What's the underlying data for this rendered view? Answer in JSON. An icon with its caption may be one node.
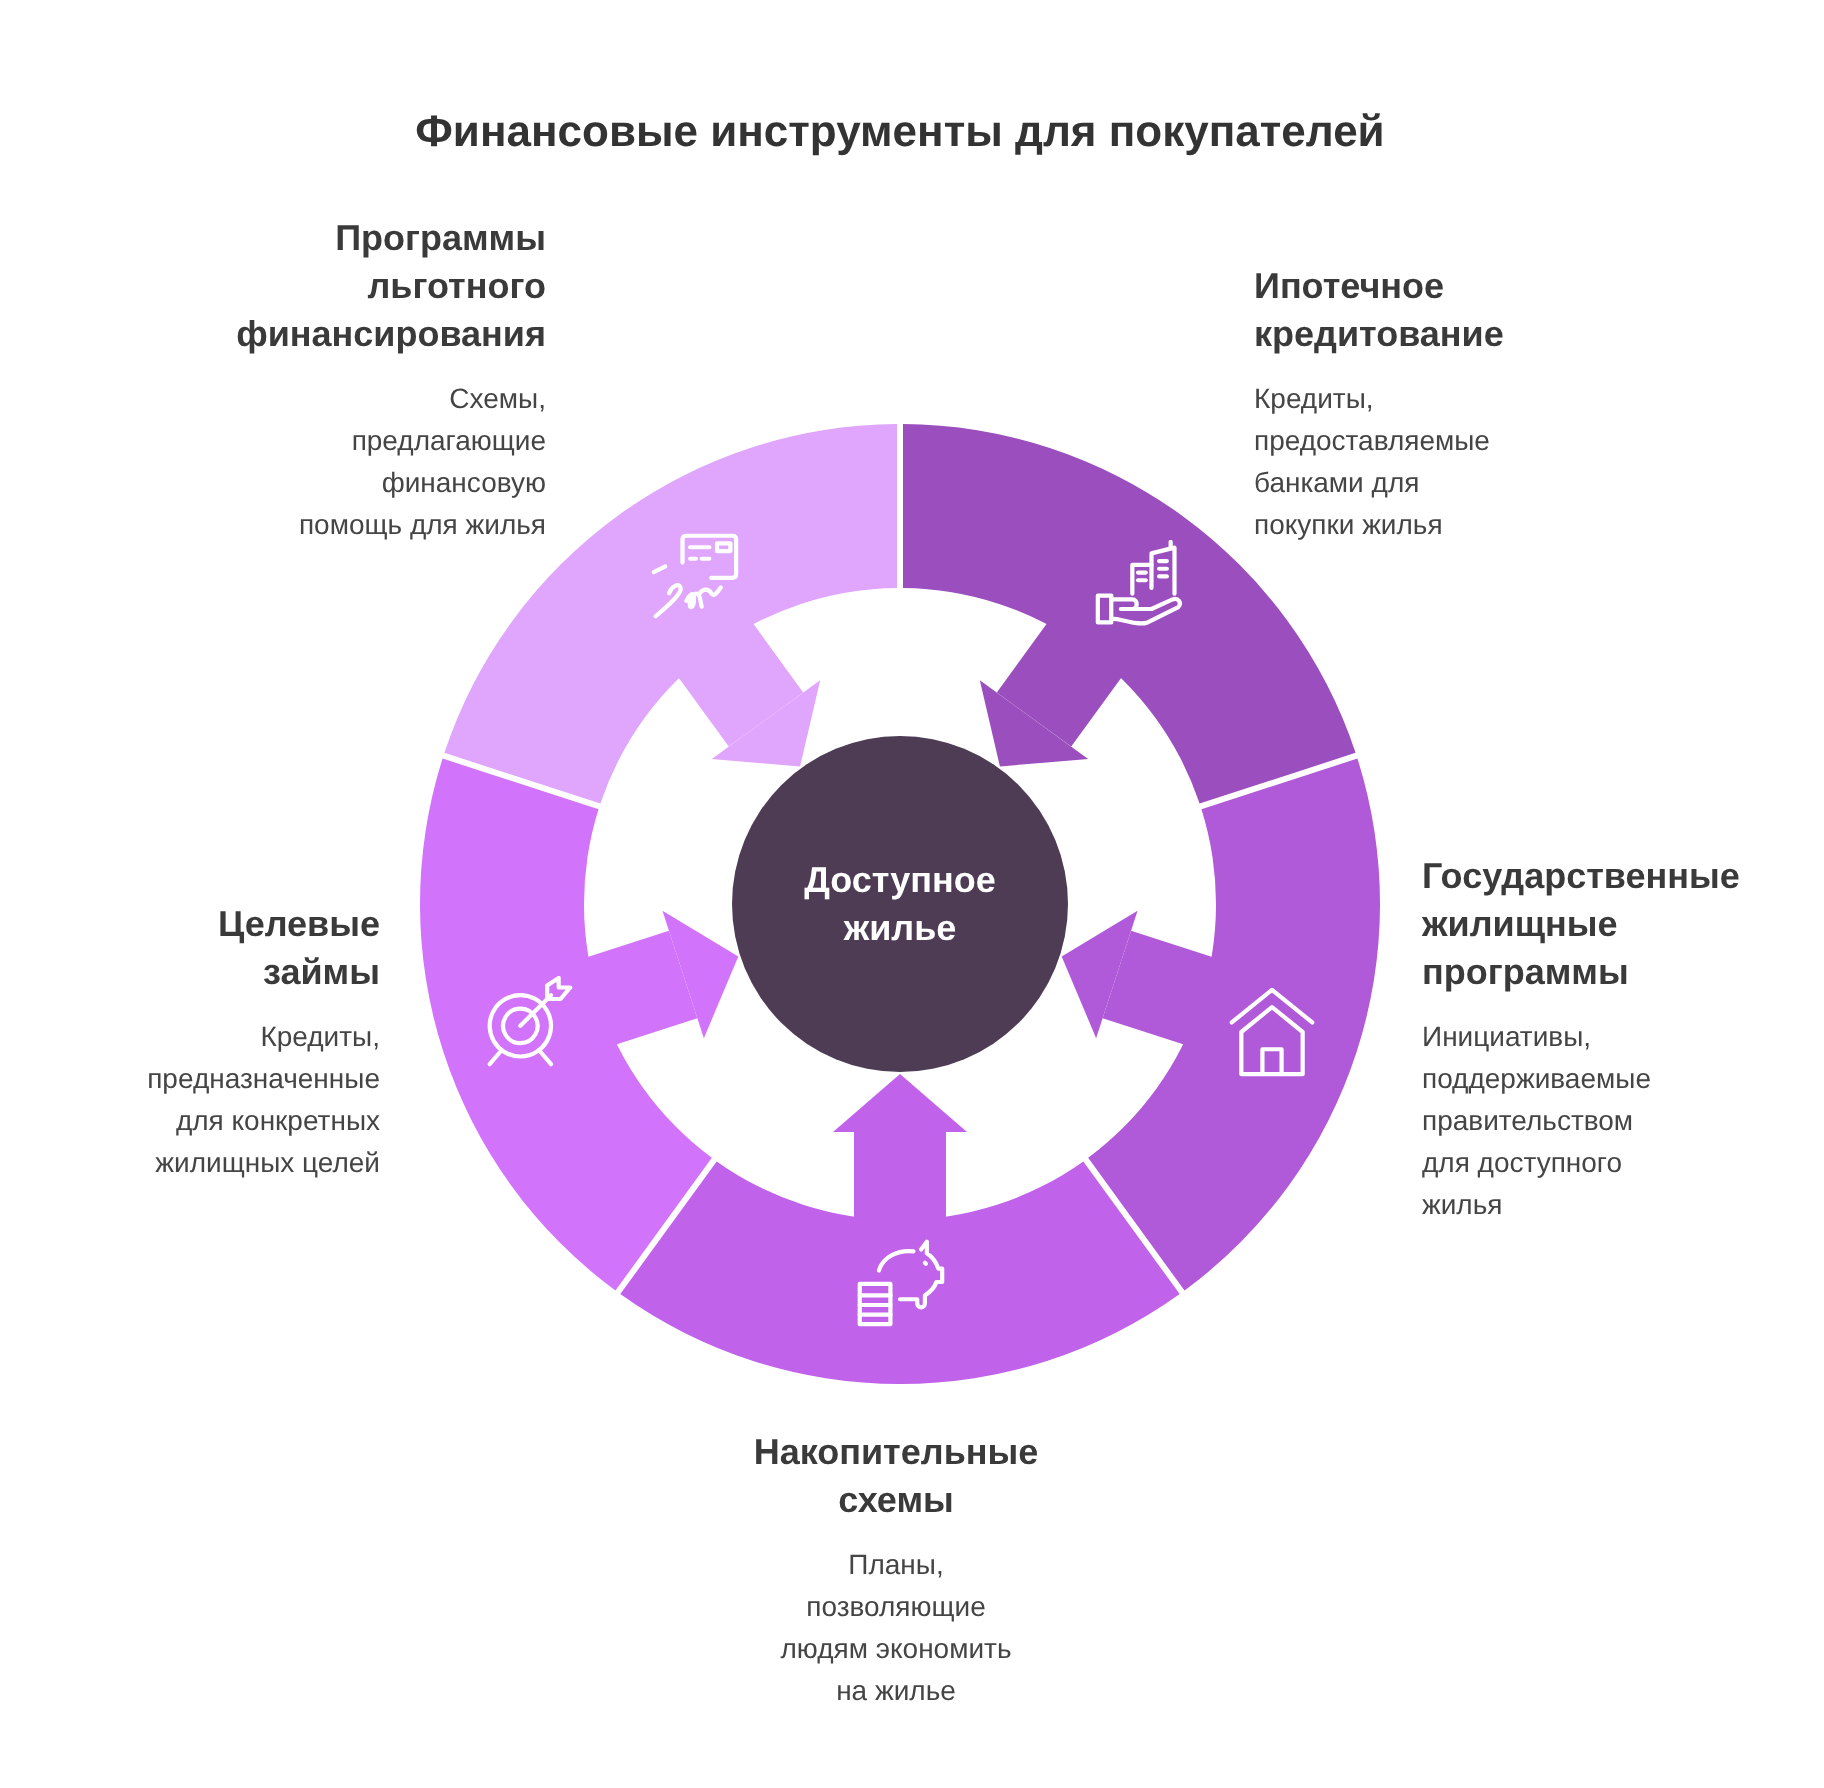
{
  "diagram": {
    "title": "Финансовые инструменты для покупателей",
    "nodes": [
      {
        "text": [
          "Программы льготного финансирования",
          "Схемы, предлагающие финансовую помощь для жилья"
        ]
      },
      {
        "text": [
          "Ипотечное кредитование",
          "Кредиты, предоставляемые банками для покупки жилья"
        ]
      },
      {
        "text": [
          "Целевые займы",
          "Кредиты, предназначенные для конкретных жилищных целей"
        ]
      },
      {
        "text": [
          "Доступное жилье"
        ]
      },
      {
        "text": [
          "Государственные жилищные программы",
          "Инициативы, поддерживаемые правительством для доступного жилья"
        ]
      },
      {
        "text": [
          "Накопительные схемы",
          "Планы, позволяющие людям экономить на жилье"
        ]
      }
    ],
    "edges": [
      {
        "from": 0,
        "to": 3,
        "arrow": "to"
      },
      {
        "from": 1,
        "to": 3,
        "arrow": "to"
      },
      {
        "from": 2,
        "to": 3,
        "arrow": "to"
      },
      {
        "from": 4,
        "to": 3,
        "arrow": "to"
      },
      {
        "from": 5,
        "to": 3,
        "arrow": "to"
      }
    ]
  }
}
